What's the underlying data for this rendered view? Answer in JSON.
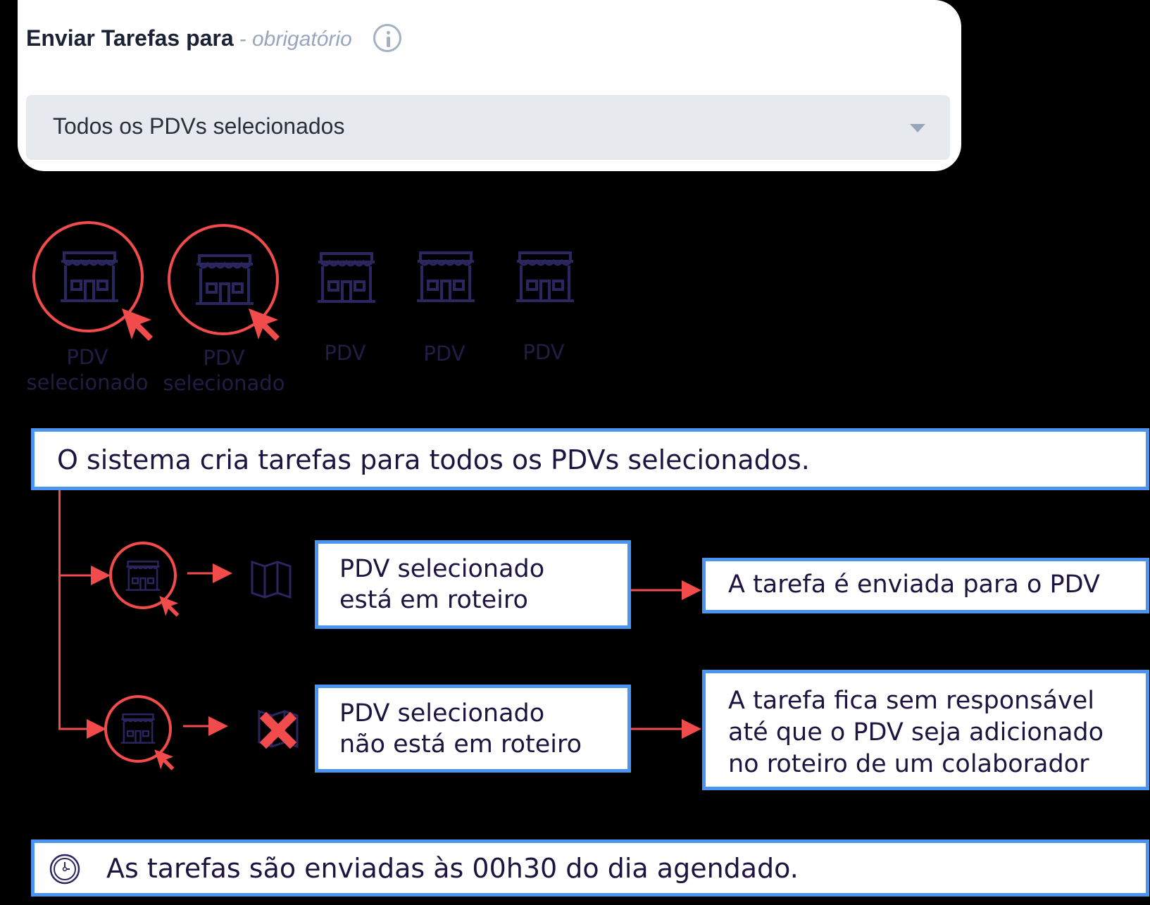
{
  "field": {
    "label": "Enviar Tarefas para",
    "required_hint": "- obrigatório",
    "info_icon": "info-icon",
    "dropdown_value": "Todos os PDVs selecionados",
    "dropdown_icon": "caret-down-icon"
  },
  "pdvs": [
    {
      "label": "PDV",
      "sublabel": "selecionado",
      "selected": true
    },
    {
      "label": "PDV",
      "sublabel": "selecionado",
      "selected": true
    },
    {
      "label": "PDV",
      "selected": false
    },
    {
      "label": "PDV",
      "selected": false
    },
    {
      "label": "PDV",
      "selected": false
    }
  ],
  "summary": "O sistema cria tarefas para todos os PDVs selecionados.",
  "flows": [
    {
      "condition_line1": "PDV selecionado",
      "condition_line2": "está em roteiro",
      "route_icon": "map-icon",
      "result": "A tarefa é enviada para o PDV"
    },
    {
      "condition_line1": "PDV selecionado",
      "condition_line2": "não está em roteiro",
      "route_icon": "map-x-icon",
      "result_line1": "A tarefa fica sem responsável",
      "result_line2": "até que o PDV seja adicionado",
      "result_line3": "no roteiro de um colaborador"
    }
  ],
  "footer": {
    "icon": "clock-icon",
    "text": "As tarefas são enviadas às 00h30 do dia agendado."
  },
  "colors": {
    "accent_red": "#f24b4b",
    "border_blue": "#4a95f2",
    "navy": "#2b2660"
  }
}
